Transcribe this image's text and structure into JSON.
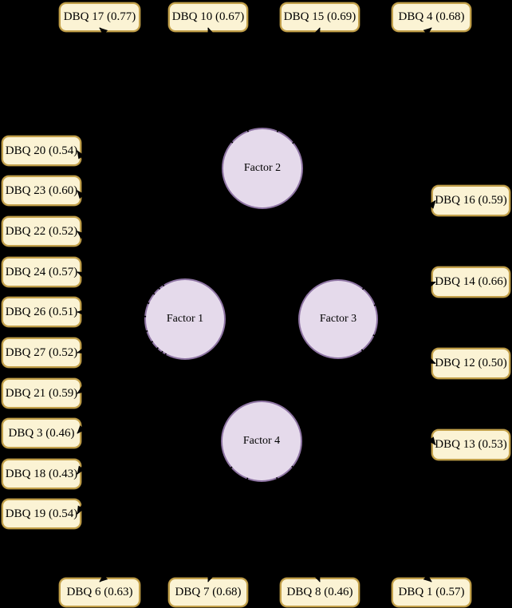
{
  "diagram": {
    "type": "confirmatory-factor-analysis-path-diagram",
    "factors": [
      {
        "id": "factor1",
        "label": "Factor 1"
      },
      {
        "id": "factor2",
        "label": "Factor 2"
      },
      {
        "id": "factor3",
        "label": "Factor 3"
      },
      {
        "id": "factor4",
        "label": "Factor 4"
      }
    ],
    "items": [
      {
        "id": "dbq17",
        "label": "DBQ 17 (0.77)",
        "item": "DBQ 17",
        "loading": 0.77,
        "factor": "factor2"
      },
      {
        "id": "dbq10",
        "label": "DBQ 10 (0.67)",
        "item": "DBQ 10",
        "loading": 0.67,
        "factor": "factor2"
      },
      {
        "id": "dbq15",
        "label": "DBQ 15 (0.69)",
        "item": "DBQ 15",
        "loading": 0.69,
        "factor": "factor2"
      },
      {
        "id": "dbq4",
        "label": "DBQ 4 (0.68)",
        "item": "DBQ 4",
        "loading": 0.68,
        "factor": "factor2"
      },
      {
        "id": "dbq20",
        "label": "DBQ 20 (0.54)",
        "item": "DBQ 20",
        "loading": 0.54,
        "factor": "factor1"
      },
      {
        "id": "dbq23",
        "label": "DBQ 23 (0.60)",
        "item": "DBQ 23",
        "loading": 0.6,
        "factor": "factor1"
      },
      {
        "id": "dbq22",
        "label": "DBQ 22 (0.52)",
        "item": "DBQ 22",
        "loading": 0.52,
        "factor": "factor1"
      },
      {
        "id": "dbq24",
        "label": "DBQ 24 (0.57)",
        "item": "DBQ 24",
        "loading": 0.57,
        "factor": "factor1"
      },
      {
        "id": "dbq26",
        "label": "DBQ 26 (0.51)",
        "item": "DBQ 26",
        "loading": 0.51,
        "factor": "factor1"
      },
      {
        "id": "dbq27",
        "label": "DBQ 27 (0.52)",
        "item": "DBQ 27",
        "loading": 0.52,
        "factor": "factor1"
      },
      {
        "id": "dbq21",
        "label": "DBQ 21 (0.59)",
        "item": "DBQ 21",
        "loading": 0.59,
        "factor": "factor1"
      },
      {
        "id": "dbq3",
        "label": "DBQ 3 (0.46)",
        "item": "DBQ 3",
        "loading": 0.46,
        "factor": "factor1"
      },
      {
        "id": "dbq18",
        "label": "DBQ 18 (0.43)",
        "item": "DBQ 18",
        "loading": 0.43,
        "factor": "factor1"
      },
      {
        "id": "dbq19",
        "label": "DBQ 19 (0.54)",
        "item": "DBQ 19",
        "loading": 0.54,
        "factor": "factor1"
      },
      {
        "id": "dbq16",
        "label": "DBQ 16 (0.59)",
        "item": "DBQ 16",
        "loading": 0.59,
        "factor": "factor3"
      },
      {
        "id": "dbq14",
        "label": "DBQ 14 (0.66)",
        "item": "DBQ 14",
        "loading": 0.66,
        "factor": "factor3"
      },
      {
        "id": "dbq12",
        "label": "DBQ 12 (0.50)",
        "item": "DBQ 12",
        "loading": 0.5,
        "factor": "factor3"
      },
      {
        "id": "dbq13",
        "label": "DBQ 13 (0.53)",
        "item": "DBQ 13",
        "loading": 0.53,
        "factor": "factor3"
      },
      {
        "id": "dbq6",
        "label": "DBQ 6 (0.63)",
        "item": "DBQ 6",
        "loading": 0.63,
        "factor": "factor4"
      },
      {
        "id": "dbq7",
        "label": "DBQ 7 (0.68)",
        "item": "DBQ 7",
        "loading": 0.68,
        "factor": "factor4"
      },
      {
        "id": "dbq8",
        "label": "DBQ 8 (0.46)",
        "item": "DBQ 8",
        "loading": 0.46,
        "factor": "factor4"
      },
      {
        "id": "dbq1",
        "label": "DBQ 1 (0.57)",
        "item": "DBQ 1",
        "loading": 0.57,
        "factor": "factor4"
      }
    ],
    "colors": {
      "background": "#000000",
      "item_fill": "#fbf3d4",
      "item_border": "#c3a14b",
      "factor_fill": "#e5daeb",
      "factor_border": "#8e74a3",
      "connector": "#000000",
      "text": "#000000"
    }
  }
}
